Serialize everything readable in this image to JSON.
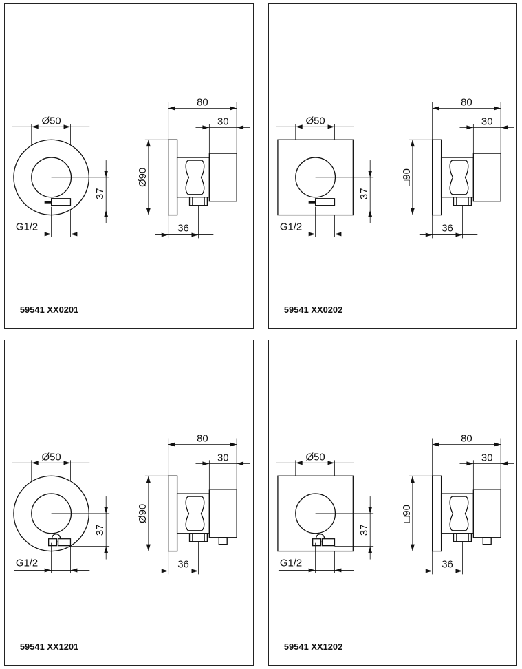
{
  "panels": [
    {
      "code": "59541 XX0201",
      "front_shape": "round",
      "outlet_position": "side",
      "dims": {
        "d_disc": "Ø50",
        "height": "37",
        "thread": "G1/2",
        "total_depth": "80",
        "body_depth": "30",
        "plate": "Ø90",
        "offset": "36"
      }
    },
    {
      "code": "59541 XX0202",
      "front_shape": "square",
      "outlet_position": "side",
      "dims": {
        "d_disc": "Ø50",
        "height": "37",
        "thread": "G1/2",
        "total_depth": "80",
        "body_depth": "30",
        "plate": "□90",
        "offset": "36"
      }
    },
    {
      "code": "59541 XX1201",
      "front_shape": "round",
      "outlet_position": "bottom",
      "dims": {
        "d_disc": "Ø50",
        "height": "37",
        "thread": "G1/2",
        "total_depth": "80",
        "body_depth": "30",
        "plate": "Ø90",
        "offset": "36"
      }
    },
    {
      "code": "59541 XX1202",
      "front_shape": "square",
      "outlet_position": "bottom",
      "dims": {
        "d_disc": "Ø50",
        "height": "37",
        "thread": "G1/2",
        "total_depth": "80",
        "body_depth": "30",
        "plate": "□90",
        "offset": "36"
      }
    }
  ]
}
